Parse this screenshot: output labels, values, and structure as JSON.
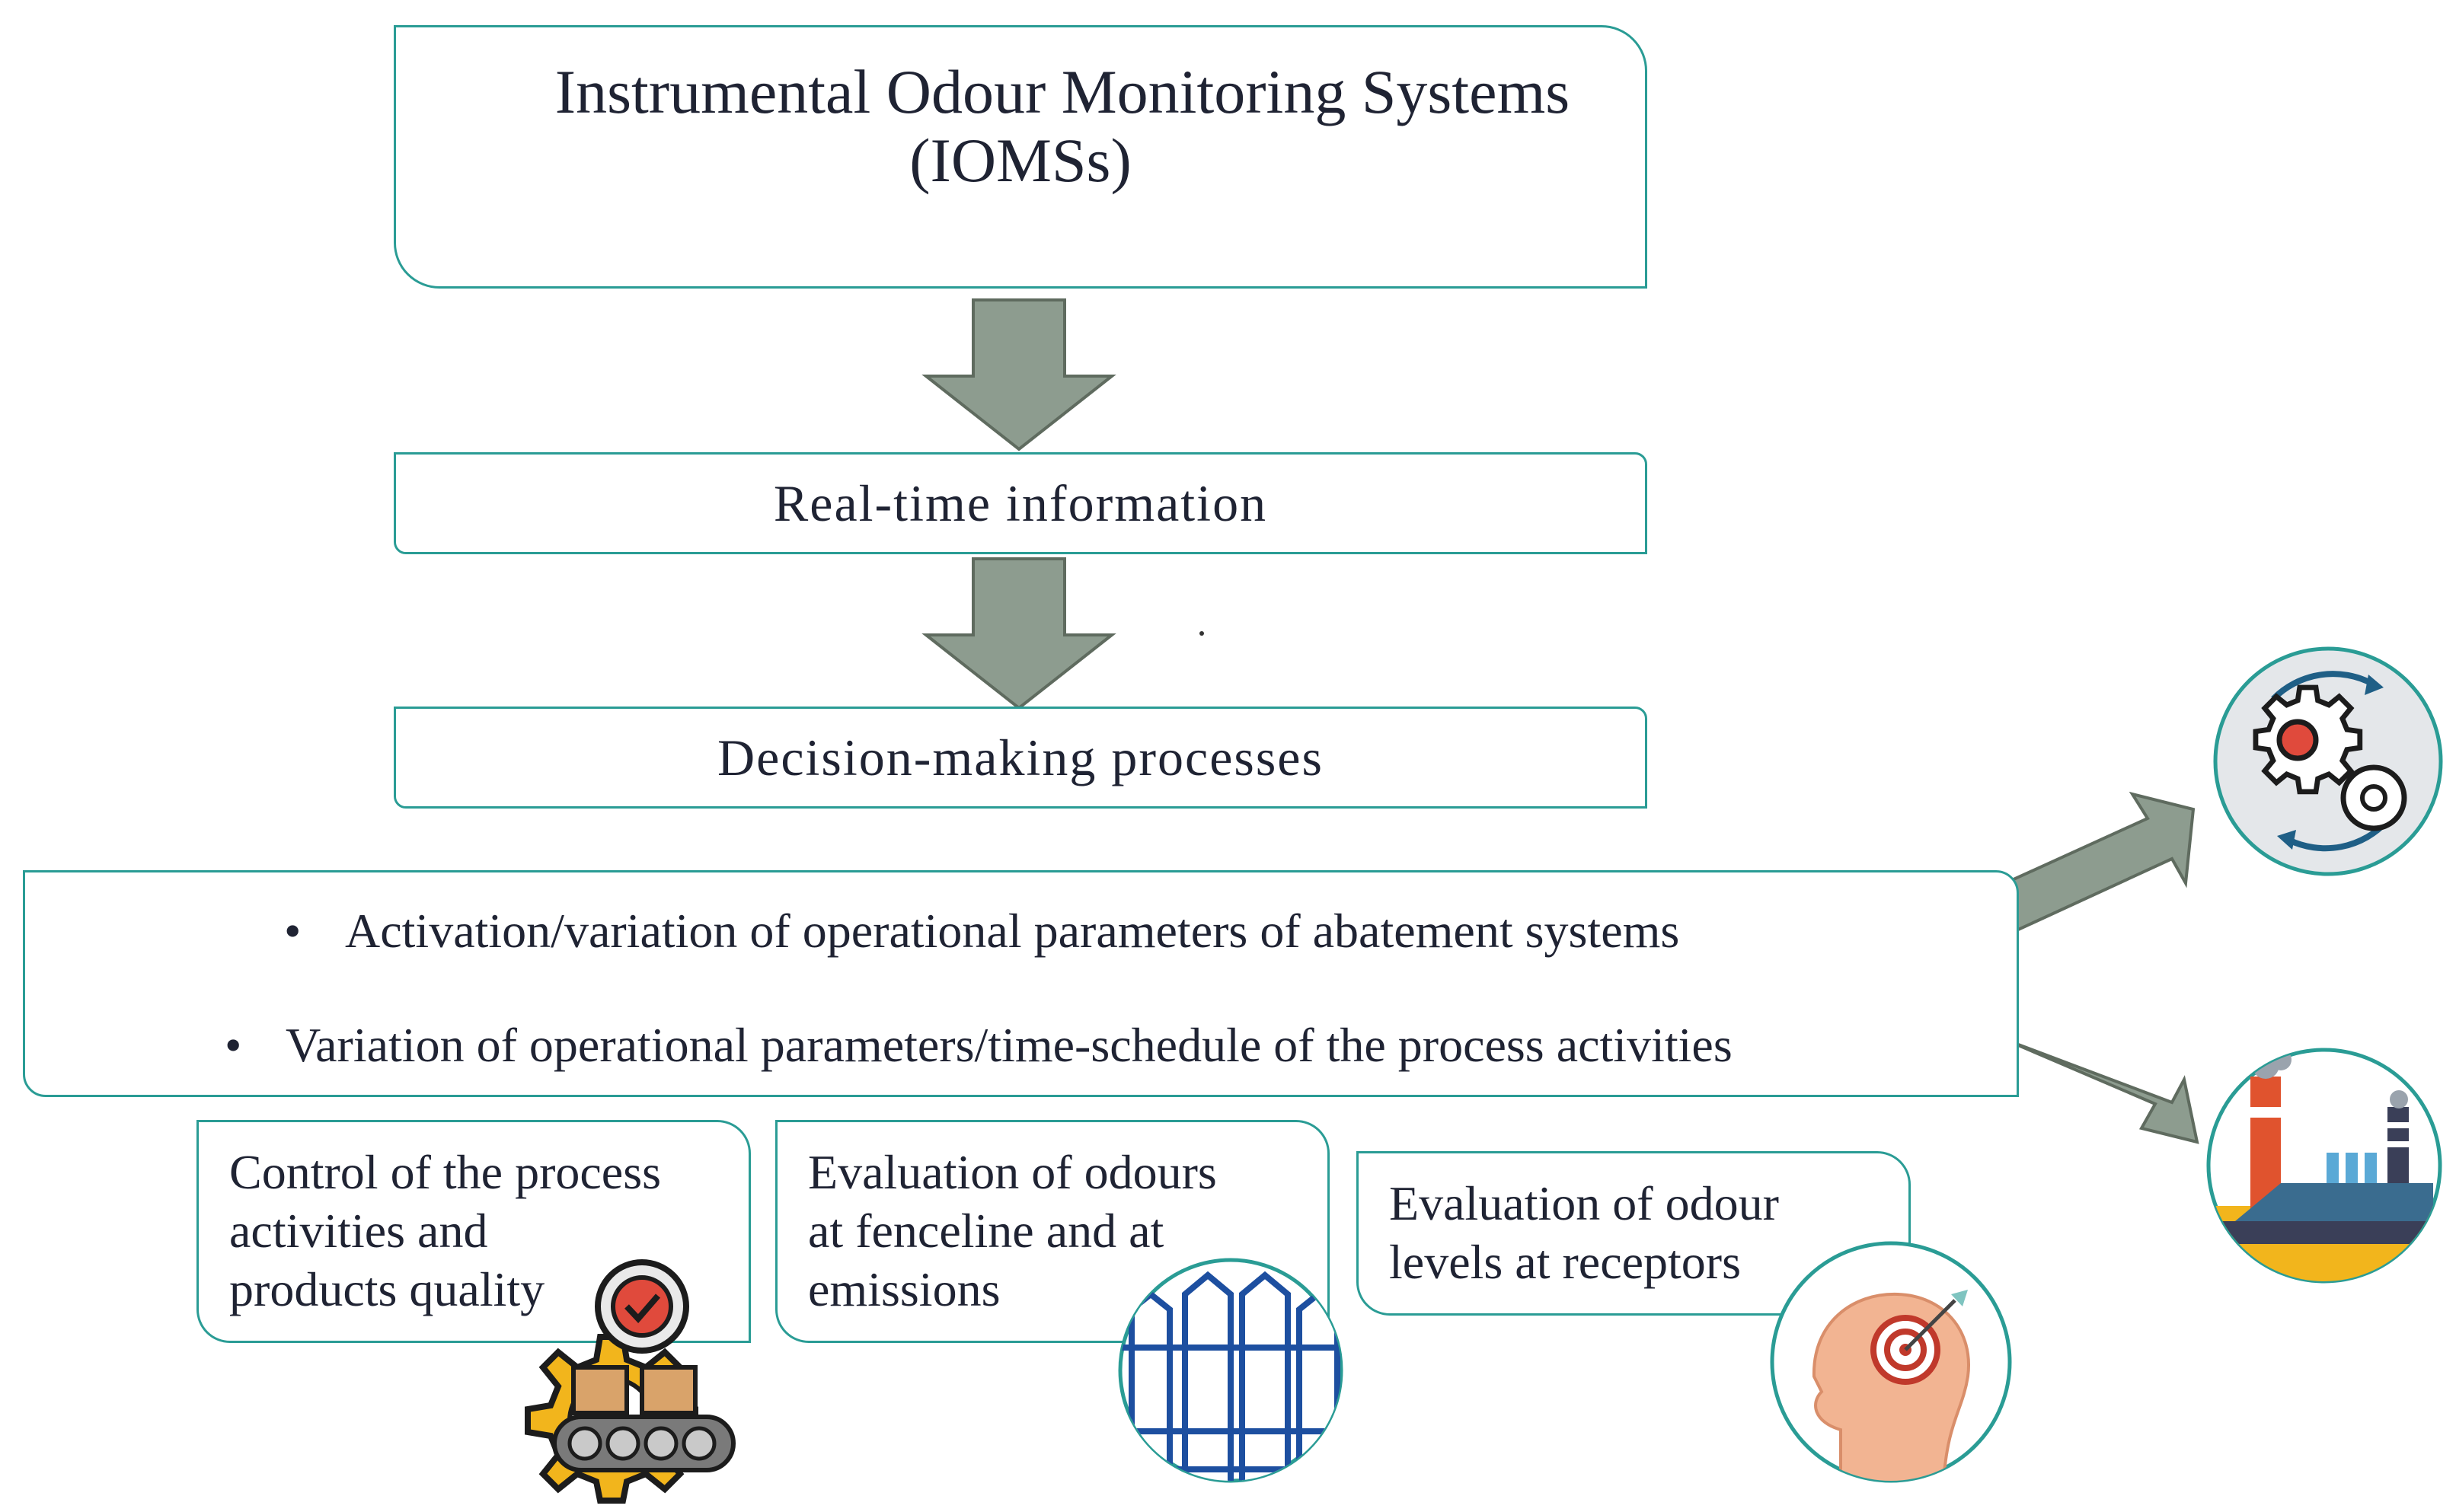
{
  "title": {
    "line1": "Instrumental Odour Monitoring Systems",
    "line2": "(IOMSs)"
  },
  "step1": "Real-time information",
  "step2": "Decision-making processes",
  "actions": {
    "bullet_char": "•",
    "item1": "Activation/variation of operational  parameters of abatement systems",
    "item2": "Variation of operational  parameters/time-schedule of the process activities"
  },
  "cards": [
    {
      "lines": [
        "Control of the process",
        "activities and",
        "products quality"
      ]
    },
    {
      "lines": [
        "Evaluation of odours",
        "at fenceline and at",
        "emissions"
      ]
    },
    {
      "lines": [
        "Evaluation of odour",
        "levels at receptors"
      ]
    }
  ],
  "colors": {
    "border": "#2a9c95",
    "arrow": "#8d9c8f",
    "arrow_stroke": "#5f6b5f"
  },
  "icons": [
    "conveyor-gear-icon",
    "fence-icon",
    "head-target-icon",
    "gears-cycle-icon",
    "factory-icon"
  ]
}
